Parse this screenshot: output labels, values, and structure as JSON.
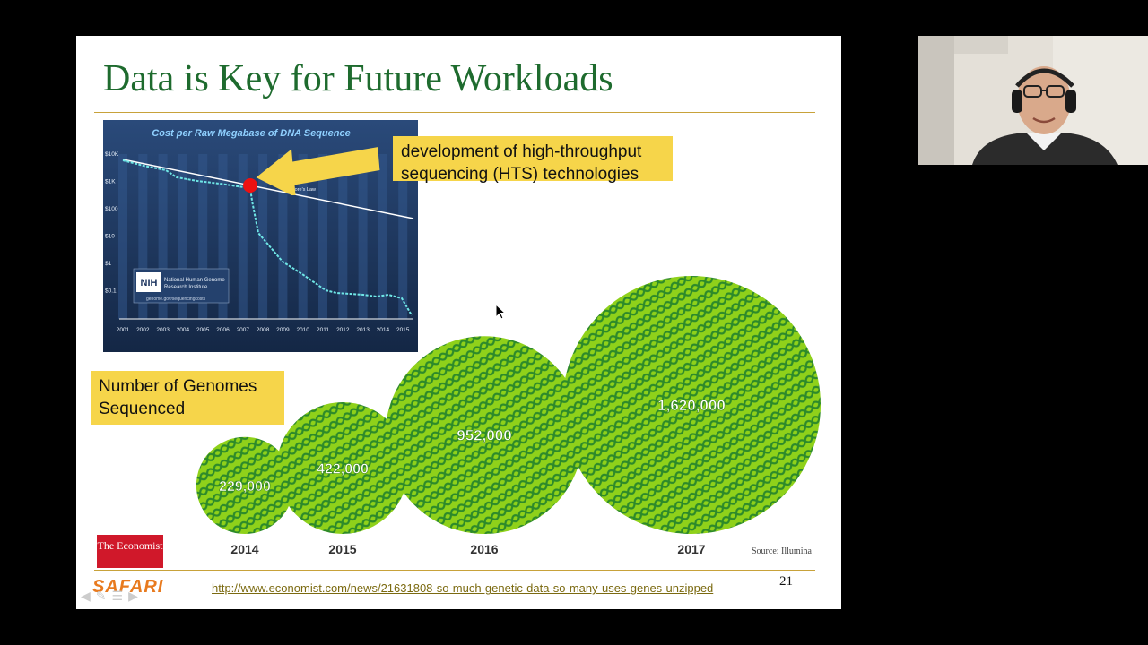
{
  "slide": {
    "title": "Data is Key for Future Workloads",
    "slide_number": "21",
    "source_url": "http://www.economist.com/news/21631808-so-much-genetic-data-so-many-uses-genes-unzipped",
    "brand": "SAFARI",
    "economist_logo": "The Economist",
    "bubble_source": "Source: Illumina"
  },
  "callouts": {
    "hts": "development of high-throughput sequencing (HTS) technologies",
    "genomes": "Number of Genomes Sequenced"
  },
  "nih_chart": {
    "title": "Cost per Raw Megabase of DNA Sequence",
    "y_ticks": [
      "$10K",
      "$1K",
      "$100",
      "$10",
      "$1",
      "$0.1"
    ],
    "x_ticks": [
      "2001",
      "2002",
      "2003",
      "2004",
      "2005",
      "2006",
      "2007",
      "2008",
      "2009",
      "2010",
      "2011",
      "2012",
      "2013",
      "2014",
      "2015"
    ],
    "moores_law_label": "Moore's Law",
    "logo_text": "NIH",
    "institute_line1": "National Human Genome",
    "institute_line2": "Research Institute",
    "url": "genome.gov/sequencingcosts"
  },
  "chart_data": {
    "type": "bar",
    "title": "",
    "categories": [
      "2014",
      "2015",
      "2016",
      "2017"
    ],
    "values": [
      229000,
      422000,
      952000,
      1620000
    ],
    "value_labels": [
      "229,000",
      "422,000",
      "952,000",
      "1,620,000"
    ]
  },
  "colors": {
    "title_green": "#1e6b2e",
    "callout_yellow": "#f6d54a",
    "bubble_green": "#8fd11a",
    "helix_green": "#2d8a2a",
    "chart_navy": "#1d3560",
    "economist_red": "#d0182a"
  },
  "icons": {
    "nav_prev": "arrow-left-icon",
    "nav_edit": "pen-icon",
    "nav_menu": "menu-icon",
    "nav_next": "arrow-right-icon",
    "cursor": "mouse-cursor-icon"
  }
}
